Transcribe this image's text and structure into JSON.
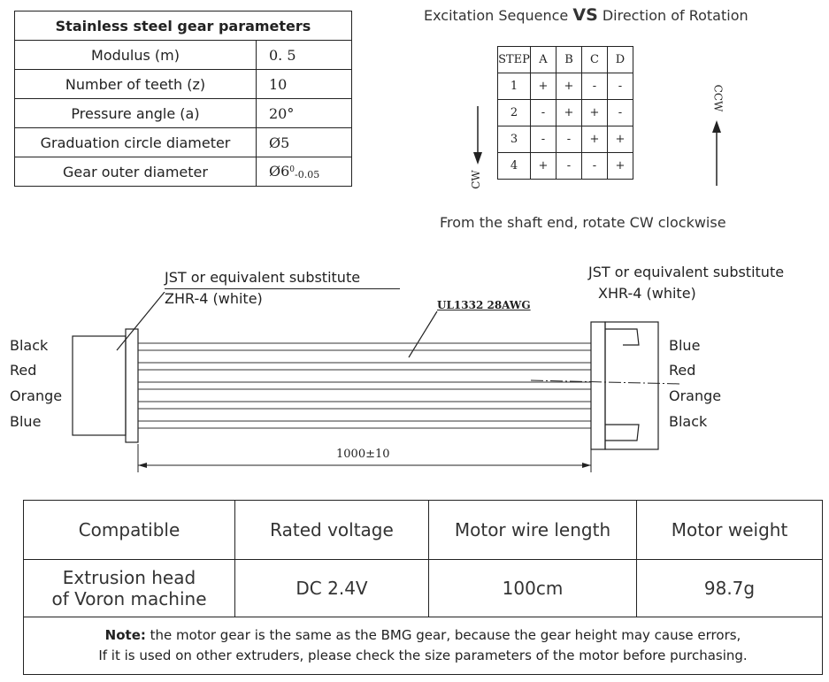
{
  "gear_table": {
    "title": "Stainless steel gear parameters",
    "rows": [
      {
        "param": "Modulus (m)",
        "value": "0. 5"
      },
      {
        "param": "Number of teeth (z)",
        "value": "10"
      },
      {
        "param": "Pressure angle (a)",
        "value": "20°"
      },
      {
        "param": "Graduation circle diameter",
        "value": "Ø5"
      },
      {
        "param": "Gear outer diameter",
        "value": "Ø6",
        "tolerance": "-0.05",
        "tolerance_upper": "0"
      }
    ]
  },
  "excitation": {
    "title_prefix": "Excitation Sequence ",
    "title_vs": "VS",
    "title_suffix": " Direction of Rotation",
    "headers": [
      "STEP",
      "A",
      "B",
      "C",
      "D"
    ],
    "rows": [
      [
        "1",
        "+",
        "+",
        "-",
        "-"
      ],
      [
        "2",
        "-",
        "+",
        "+",
        "-"
      ],
      [
        "3",
        "-",
        "-",
        "+",
        "+"
      ],
      [
        "4",
        "+",
        "-",
        "-",
        "+"
      ]
    ],
    "left_dir": "CW",
    "right_dir": "CCW",
    "note": "From the shaft end, rotate CW clockwise"
  },
  "wiring": {
    "left_connector_line1": "JST or equivalent substitute",
    "left_connector_line2": "ZHR-4 (white)",
    "right_connector_line1": "JST or equivalent substitute",
    "right_connector_line2": "XHR-4 (white)",
    "cable_spec": "UL1332  28AWG",
    "length": "1000±10",
    "left_colors": [
      "Black",
      "Red",
      "Orange",
      "Blue"
    ],
    "right_colors": [
      "Blue",
      "Red",
      "Orange",
      "Black"
    ]
  },
  "specs": {
    "headers": [
      "Compatible",
      "Rated voltage",
      "Motor wire length",
      "Motor weight"
    ],
    "values": [
      "Extrusion head\nof Voron machine",
      "DC 2.4V",
      "100cm",
      "98.7g"
    ],
    "compat_line1": "Extrusion head",
    "compat_line2": "of Voron machine",
    "note_label": "Note:",
    "note_line1": " the motor gear is the same as the BMG gear, because the gear height may cause errors,",
    "note_line2": "If it is used on other extruders, please check the size parameters of the motor before purchasing."
  }
}
